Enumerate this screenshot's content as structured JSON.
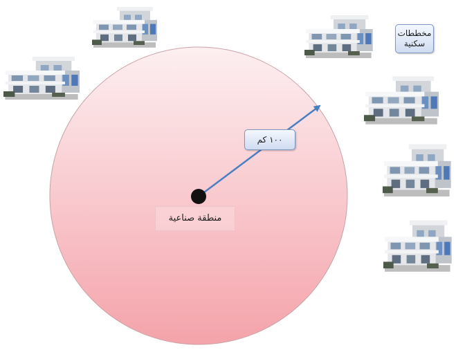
{
  "diagram": {
    "center_label": "منطقة صناعية",
    "radius_label": "١٠٠ كم",
    "legend": {
      "line1": "مخططات",
      "line2": "سكنية"
    },
    "icons": {
      "buildings": "residential-building-icon",
      "center": "industrial-zone-point"
    },
    "colors": {
      "circle_fill_top": "#fdeff1",
      "circle_fill_bottom": "#f4a3aa",
      "circle_stroke": "#c9a2a6",
      "arrow": "#4a7ec3",
      "center_dot": "#111111",
      "label_border": "#7e96bd"
    }
  }
}
